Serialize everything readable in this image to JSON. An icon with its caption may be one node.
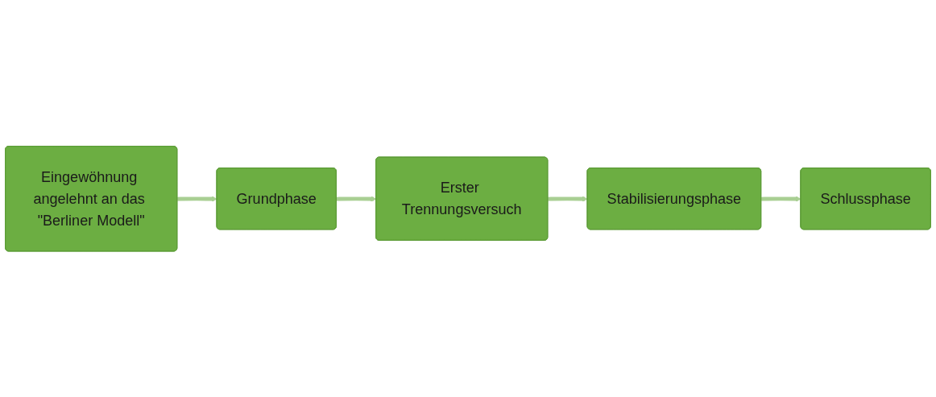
{
  "diagram": {
    "nodes": [
      {
        "text": [
          "Eingewöhnung angelehnt an das \"Berliner Modell\""
        ]
      },
      {
        "text": [
          "Grundphase"
        ]
      },
      {
        "text": [
          "Erster Trennungsversuch"
        ]
      },
      {
        "text": [
          "Stabilisierungsphase"
        ]
      },
      {
        "text": [
          "Schlussphase"
        ]
      }
    ],
    "edges": [
      {
        "from": 0,
        "to": 1,
        "arrow": "to"
      },
      {
        "from": 1,
        "to": 2,
        "arrow": "to"
      },
      {
        "from": 2,
        "to": 3,
        "arrow": "to"
      },
      {
        "from": 3,
        "to": 4,
        "arrow": "to"
      }
    ]
  }
}
